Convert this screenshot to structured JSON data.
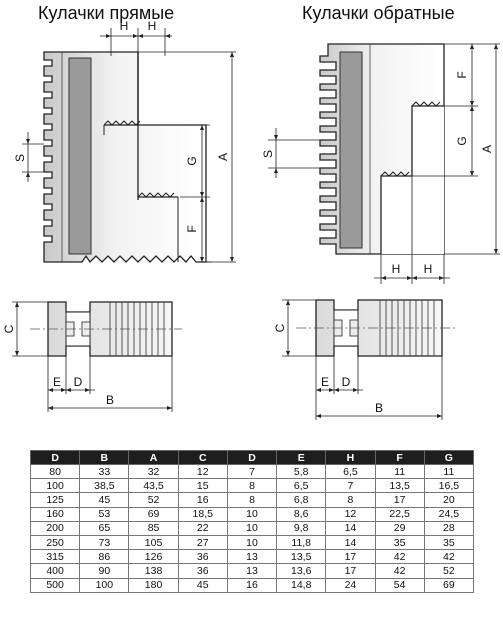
{
  "titles": {
    "straight": "Кулачки прямые",
    "reverse": "Кулачки обратные"
  },
  "dim_labels": {
    "H": "H",
    "S": "S",
    "G": "G",
    "F": "F",
    "A": "A",
    "C": "C",
    "E": "E",
    "D": "D",
    "B": "B"
  },
  "table": {
    "headers": [
      "D",
      "B",
      "A",
      "C",
      "D",
      "E",
      "H",
      "F",
      "G"
    ],
    "rows": [
      [
        "80",
        "33",
        "32",
        "12",
        "7",
        "5,8",
        "6,5",
        "11",
        "11"
      ],
      [
        "100",
        "38,5",
        "43,5",
        "15",
        "8",
        "6,5",
        "7",
        "13,5",
        "16,5"
      ],
      [
        "125",
        "45",
        "52",
        "16",
        "8",
        "6,8",
        "8",
        "17",
        "20"
      ],
      [
        "160",
        "53",
        "69",
        "18,5",
        "10",
        "8,6",
        "12",
        "22,5",
        "24,5"
      ],
      [
        "200",
        "65",
        "85",
        "22",
        "10",
        "9,8",
        "14",
        "29",
        "28"
      ],
      [
        "250",
        "73",
        "105",
        "27",
        "10",
        "11,8",
        "14",
        "35",
        "35"
      ],
      [
        "315",
        "86",
        "126",
        "36",
        "13",
        "13,5",
        "17",
        "42",
        "42"
      ],
      [
        "400",
        "90",
        "138",
        "36",
        "13",
        "13,6",
        "17",
        "42",
        "52"
      ],
      [
        "500",
        "100",
        "180",
        "45",
        "16",
        "14,8",
        "24",
        "54",
        "69"
      ]
    ]
  }
}
